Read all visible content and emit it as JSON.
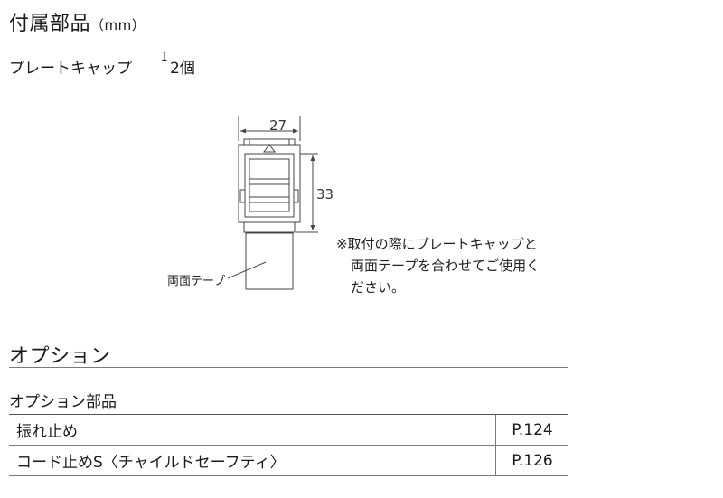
{
  "section_accessories": {
    "title": "付属部品",
    "unit": "（mm）"
  },
  "plate_cap": {
    "label": "プレートキャップ",
    "count": "2個",
    "dim_width": "27",
    "dim_height": "33",
    "callout": "両面テープ",
    "note_lines": [
      "※取付の際にプレートキャップと",
      "両面テープを合わせてご使用く",
      "ださい。"
    ]
  },
  "section_options": {
    "title": "オプション",
    "subtitle": "オプション部品"
  },
  "options_table": {
    "rows": [
      {
        "name": "振れ止め",
        "page": "P.124"
      },
      {
        "name": "コード止めS〈チャイルドセーフティ〉",
        "page": "P.126"
      }
    ]
  },
  "colors": {
    "rule": "#7a7a7a",
    "line_art": "#444444"
  }
}
